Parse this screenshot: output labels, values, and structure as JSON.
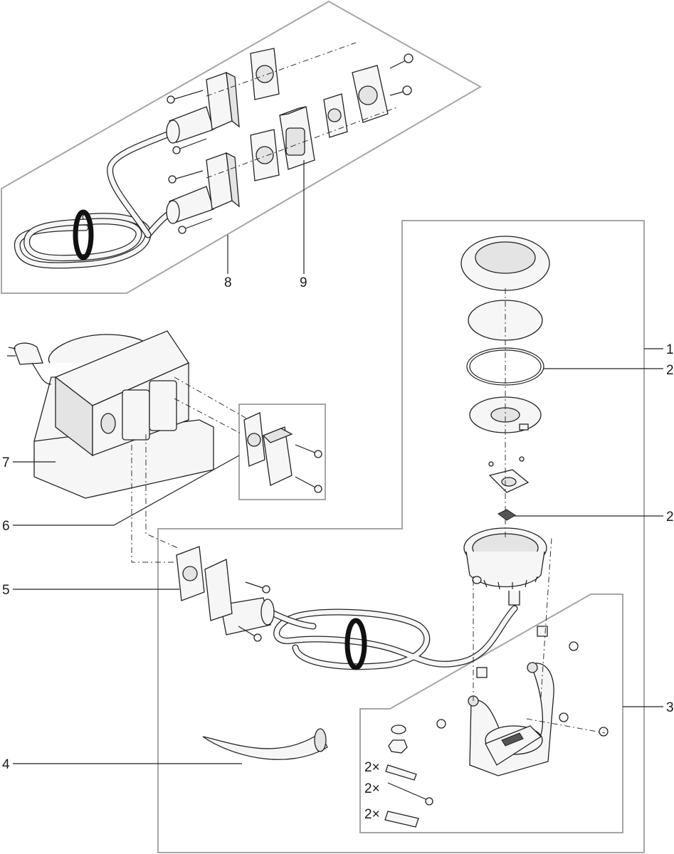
{
  "labels": {
    "l1": "1",
    "l2a": "2",
    "l2b": "2",
    "l3": "3",
    "l4": "4",
    "l5": "5",
    "l6": "6",
    "l7": "7",
    "l8": "8",
    "l9": "9",
    "q1": "2×",
    "q2": "2×",
    "q3": "2×"
  },
  "colors": {
    "frame": "#a6a6a6",
    "line": "#222222",
    "part_fill": "#f6f6f6",
    "band": "#111111"
  }
}
